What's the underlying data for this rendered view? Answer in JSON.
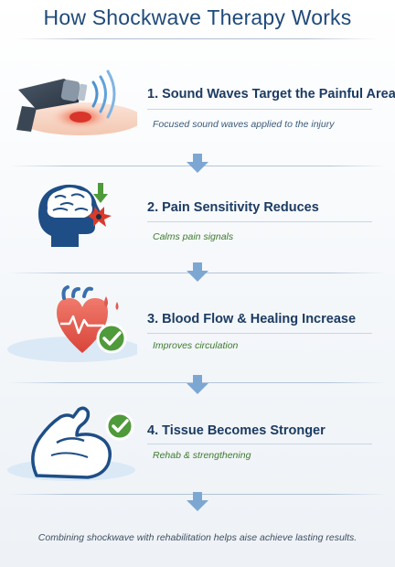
{
  "title": "How Shockwave Therapy Works",
  "steps": [
    {
      "heading": "1. Sound Waves Target the Painful Area",
      "description": "Focused sound waves applied to the injury",
      "icon": "shockwave-device-icon"
    },
    {
      "heading": "2. Pain Sensitivity Reduces",
      "description": "Calms pain signals",
      "icon": "brain-head-icon"
    },
    {
      "heading": "3. Blood Flow & Healing Increase",
      "description": "Improves circulation",
      "icon": "heart-checkmark-icon"
    },
    {
      "heading": "4. Tissue Becomes Stronger",
      "description": "Rehab & strengthening",
      "icon": "flexed-arm-icon"
    }
  ],
  "footer": "Combining shockwave with rehabilitation helps aise achieve lasting results.",
  "colors": {
    "title": "#1f4a7a",
    "heading": "#1c3b62",
    "green_text": "#3e7a2d",
    "arrow": "#7da7d3",
    "check_green": "#4f9a3a",
    "heart_red": "#e05a50"
  }
}
